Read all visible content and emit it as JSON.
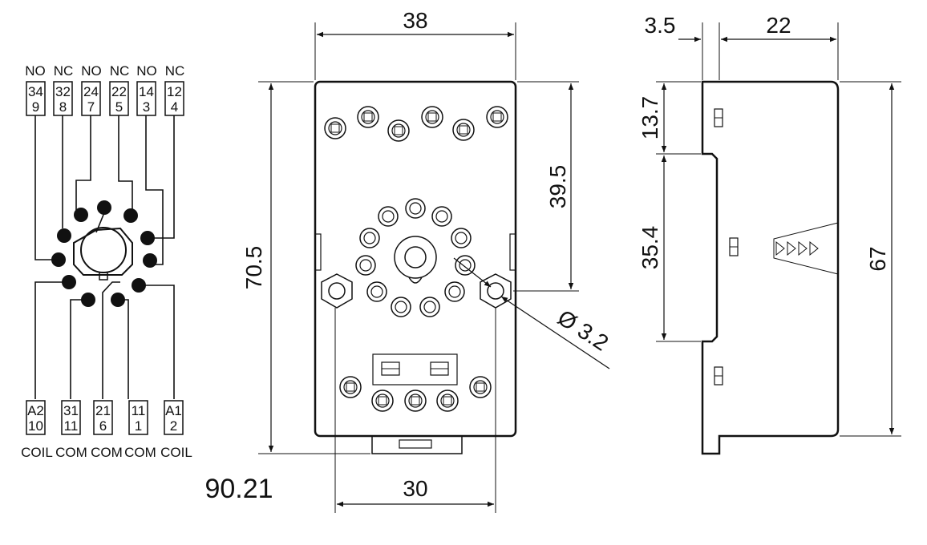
{
  "wiring": {
    "top_types": [
      "NO",
      "NC",
      "NO",
      "NC",
      "NO",
      "NC"
    ],
    "top_terminals": [
      {
        "a": "34",
        "b": "9"
      },
      {
        "a": "32",
        "b": "8"
      },
      {
        "a": "24",
        "b": "7"
      },
      {
        "a": "22",
        "b": "5"
      },
      {
        "a": "14",
        "b": "3"
      },
      {
        "a": "12",
        "b": "4"
      }
    ],
    "bottom_terminals": [
      {
        "a": "A2",
        "b": "10"
      },
      {
        "a": "31",
        "b": "11"
      },
      {
        "a": "21",
        "b": "6"
      },
      {
        "a": "11",
        "b": "1"
      },
      {
        "a": "A1",
        "b": "2"
      }
    ],
    "bottom_types": [
      "COIL",
      "COM",
      "COM",
      "COM",
      "COIL"
    ]
  },
  "dimensions": {
    "front_width": "38",
    "front_height": "70.5",
    "upper_height": "39.5",
    "hole_diameter": "Ø 3.2",
    "base_width": "30",
    "side_offset": "3.5",
    "side_depth": "22",
    "side_upper": "13.7",
    "side_rail": "35.4",
    "side_height": "67"
  },
  "model": "90.21"
}
